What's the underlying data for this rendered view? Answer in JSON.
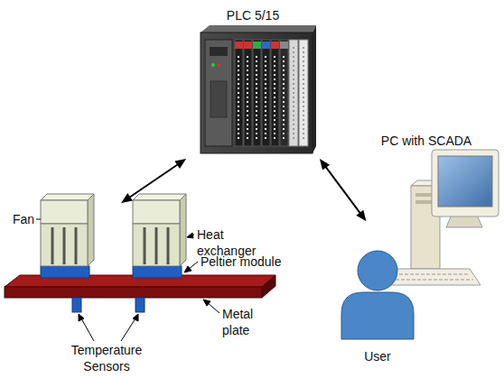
{
  "diagram": {
    "nodes": [
      {
        "text": [
          "PLC 5/15"
        ]
      },
      {
        "text": [
          "Fan",
          "Heat exchanger",
          "Peltier module",
          "Metal plate",
          "Temperature Sensors"
        ]
      },
      {
        "text": [
          "PC with SCADA",
          "User"
        ]
      }
    ],
    "edges": [
      {
        "from": 0,
        "to": 1,
        "arrow": "both"
      },
      {
        "from": 0,
        "to": 2,
        "arrow": "both"
      }
    ]
  }
}
